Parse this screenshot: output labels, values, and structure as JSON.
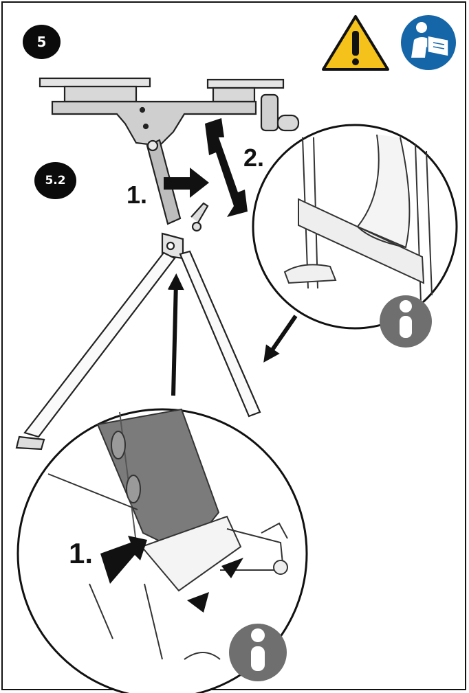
{
  "step": {
    "number": "5",
    "sub_step": "5.2"
  },
  "labels": {
    "step_one_top": "1.",
    "step_two": "2.",
    "step_one_bottom": "1."
  },
  "icons": {
    "warning": "warning-triangle-icon",
    "manual": "read-manual-icon",
    "info_top": "info-icon",
    "info_bottom": "info-icon"
  },
  "colors": {
    "warning_fill": "#f4c21a",
    "manual_blue": "#1466a8",
    "info_grey": "#6f6f6f",
    "badge_black": "#0b0b0b"
  }
}
